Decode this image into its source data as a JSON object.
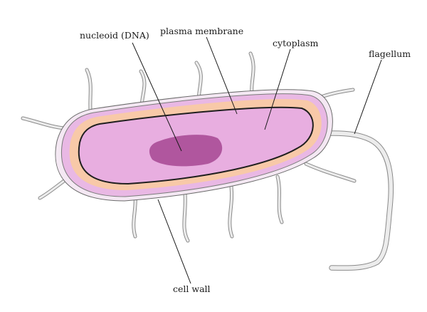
{
  "labels": {
    "nucleoid": "nucleoid (DNA)",
    "plasma_membrane": "plasma membrane",
    "cytoplasm": "cytoplasm",
    "flagellum": "flagellum",
    "cell_wall": "cell wall"
  },
  "colors": {
    "capsule": "#f4e8f3",
    "cell_wall": "#e9b8e4",
    "periplasm": "#f8c9a8",
    "cytoplasm": "#e8aee0",
    "nucleoid": "#b0569e",
    "membrane_line": "#1f1f1f",
    "pilus_fill": "#e6e6e6",
    "pilus_stroke": "#8a8a8a"
  }
}
